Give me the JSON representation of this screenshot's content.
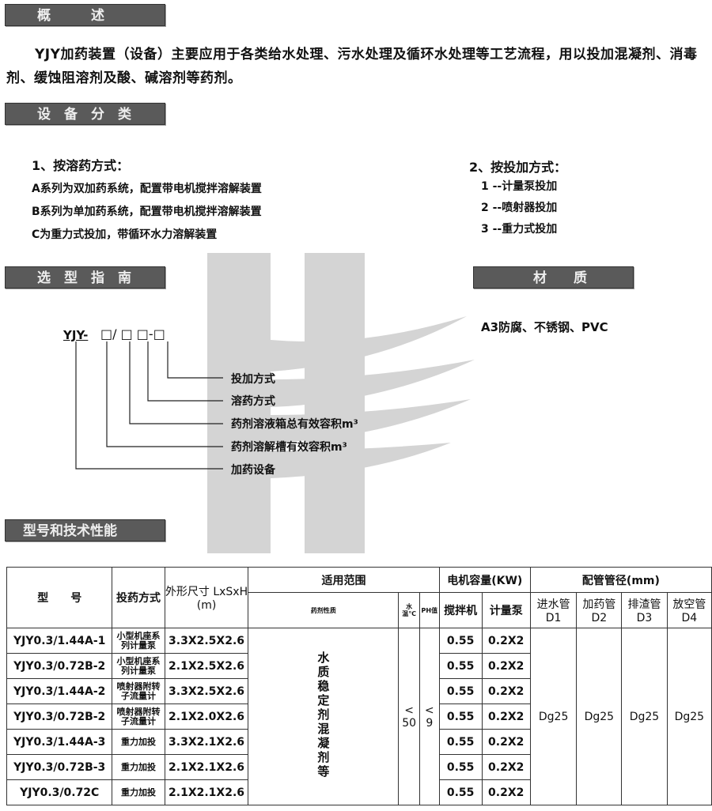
{
  "sections": {
    "overview": "概　　　述",
    "classification": "设　备　分　类",
    "selection": "选　型　指　南",
    "material": "材　　质",
    "specs": "型号和技术性能"
  },
  "overview_text": "YJY加药装置（设备）主要应用于各类给水处理、污水处理及循环水处理等工艺流程，用以投加混凝剂、消毒剂、缓蚀阻溶剂及酸、碱溶剂等药剂。",
  "classification": {
    "by_dissolve": {
      "title": "1、按溶药方式：",
      "items": [
        "A系列为双加药系统，配置带电机搅拌溶解装置",
        "B系列为单加药系统，配置带电机搅拌溶解装置",
        "C为重力式投加，带循环水力溶解装置"
      ]
    },
    "by_dosing": {
      "title": "2、按投加方式：",
      "items": [
        "1 --计量泵投加",
        "2 --喷射器投加",
        "3 --重力式投加"
      ]
    }
  },
  "material_text": "A3防腐、不锈钢、PVC",
  "model_code": {
    "prefix": "YJY-",
    "code": "□/ □ □-□",
    "labels": [
      "投加方式",
      "溶药方式",
      "药剂溶液箱总有效容积m³",
      "药剂溶解槽有效容积m³",
      "加药设备"
    ]
  },
  "table": {
    "headers": {
      "model": "型　　号",
      "method": "投药方式",
      "size": "外形尺寸 LxSxH (m)",
      "range": "适用范围",
      "range_sub": [
        "药剂性质",
        "水温℃",
        "PH值"
      ],
      "motor": "电机容量(KW)",
      "motor_sub": [
        "搅拌机",
        "计量泵"
      ],
      "pipe": "配管管径(mm)",
      "pipe_sub": [
        "进水管 D1",
        "加药管 D2",
        "排渣管 D3",
        "放空管 D4"
      ]
    },
    "rows": [
      {
        "model": "YJY0.3/1.44A-1",
        "method": "小型机座系列计量泵",
        "size": "3.3X2.5X2.6",
        "mixer": "0.55",
        "pump": "0.2X2"
      },
      {
        "model": "YJY0.3/0.72B-2",
        "method": "小型机座系列计量泵",
        "size": "2.1X2.5X2.6",
        "mixer": "0.55",
        "pump": "0.2X2"
      },
      {
        "model": "YJY0.3/1.44A-2",
        "method": "喷射器附转子流量计",
        "size": "3.3X2.5X2.6",
        "mixer": "0.55",
        "pump": "0.2X2"
      },
      {
        "model": "YJY0.3/0.72B-2",
        "method": "喷射器附转子流量计",
        "size": "2.1X2.0X2.6",
        "mixer": "0.55",
        "pump": "0.2X2"
      },
      {
        "model": "YJY0.3/1.44A-3",
        "method": "重力加投",
        "size": "3.3X2.1X2.6",
        "mixer": "0.55",
        "pump": "0.2X2"
      },
      {
        "model": "YJY0.3/0.72B-3",
        "method": "重力加投",
        "size": "2.1X2.1X2.6",
        "mixer": "0.55",
        "pump": "0.2X2"
      },
      {
        "model": "YJY0.3/0.72C",
        "method": "重力加投",
        "size": "2.1X2.1X2.6",
        "mixer": "0.55",
        "pump": "0.2X2"
      }
    ],
    "merged": {
      "agent": "水质稳定剂混凝剂等",
      "temp": "< 50",
      "ph": "< 9",
      "d1": "Dg25",
      "d2": "Dg25",
      "d3": "Dg25",
      "d4": "Dg25"
    }
  }
}
